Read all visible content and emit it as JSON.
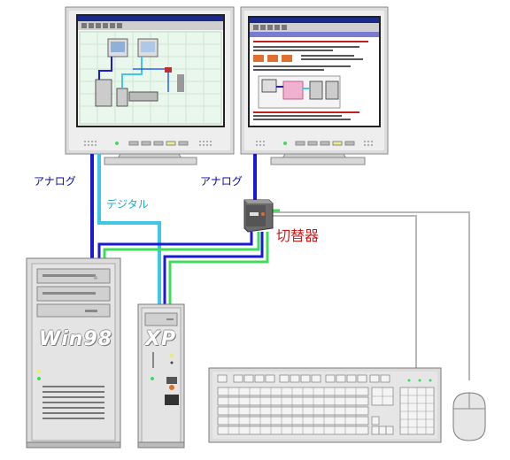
{
  "labels": {
    "analog_left": "アナログ",
    "digital": "デジタル",
    "analog_right": "アナログ",
    "switcher": "切替器",
    "pc_win98": "Win98",
    "pc_xp": "XP"
  },
  "colors": {
    "analog_cable": "#1a1ad6",
    "digital_cable": "#3fc7e6",
    "green_cable": "#3fdc5a",
    "gray_cable": "#b8b8b8",
    "switcher_label": "#d21a1a",
    "analog_label": "#0a0aa0",
    "digital_label": "#1aa8c8"
  }
}
